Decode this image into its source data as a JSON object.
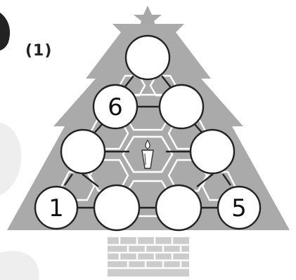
{
  "puzzle": {
    "label": "(1)",
    "colors": {
      "tree": "#aaaaaa",
      "trunk": "#cccccc",
      "node_fill": "#ffffff",
      "node_stroke": "#222222",
      "decor": "#e6e6e6"
    },
    "nodes": [
      {
        "id": "top",
        "value": ""
      },
      {
        "id": "row2-left",
        "value": "6"
      },
      {
        "id": "row2-right",
        "value": ""
      },
      {
        "id": "row3-left",
        "value": ""
      },
      {
        "id": "row3-right",
        "value": ""
      },
      {
        "id": "row4-1",
        "value": "1"
      },
      {
        "id": "row4-2",
        "value": ""
      },
      {
        "id": "row4-3",
        "value": ""
      },
      {
        "id": "row4-4",
        "value": "5"
      }
    ],
    "center_icon": "candle-icon",
    "star_icon": "star-icon"
  }
}
